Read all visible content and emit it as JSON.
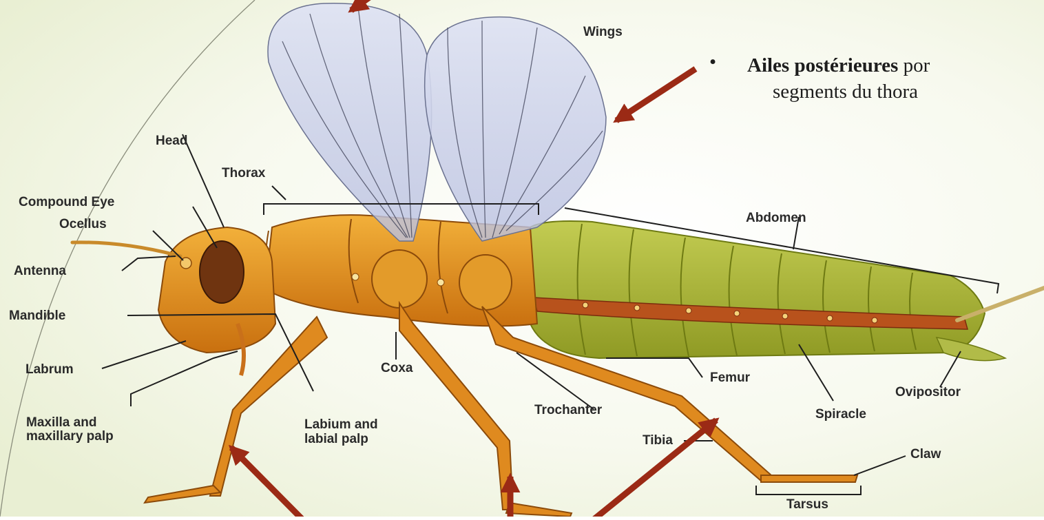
{
  "colors": {
    "slide_bg": "#eef2dd",
    "arrow": "#9b2a15",
    "body_orange": "#e0921e",
    "abdomen_green": "#a9b535",
    "wing": "#c9cfe6"
  },
  "labels": {
    "wings": "Wings",
    "head": "Head",
    "thorax": "Thorax",
    "compound_eye": "Compound Eye",
    "ocellus": "Ocellus",
    "antenna": "Antenna",
    "mandible": "Mandible",
    "labrum": "Labrum",
    "maxilla_1": "Maxilla and",
    "maxilla_2": "maxillary palp",
    "labium_1": "Labium and",
    "labium_2": "labial palp",
    "coxa": "Coxa",
    "trochanter": "Trochanter",
    "tibia": "Tibia",
    "femur": "Femur",
    "spiracle": "Spiracle",
    "ovipositor": "Ovipositor",
    "abdomen": "Abdomen",
    "claw": "Claw",
    "tarsus": "Tarsus"
  },
  "bullet": {
    "bold": "Ailes postérieures",
    "rest": " por",
    "line2": "segments du thora"
  }
}
